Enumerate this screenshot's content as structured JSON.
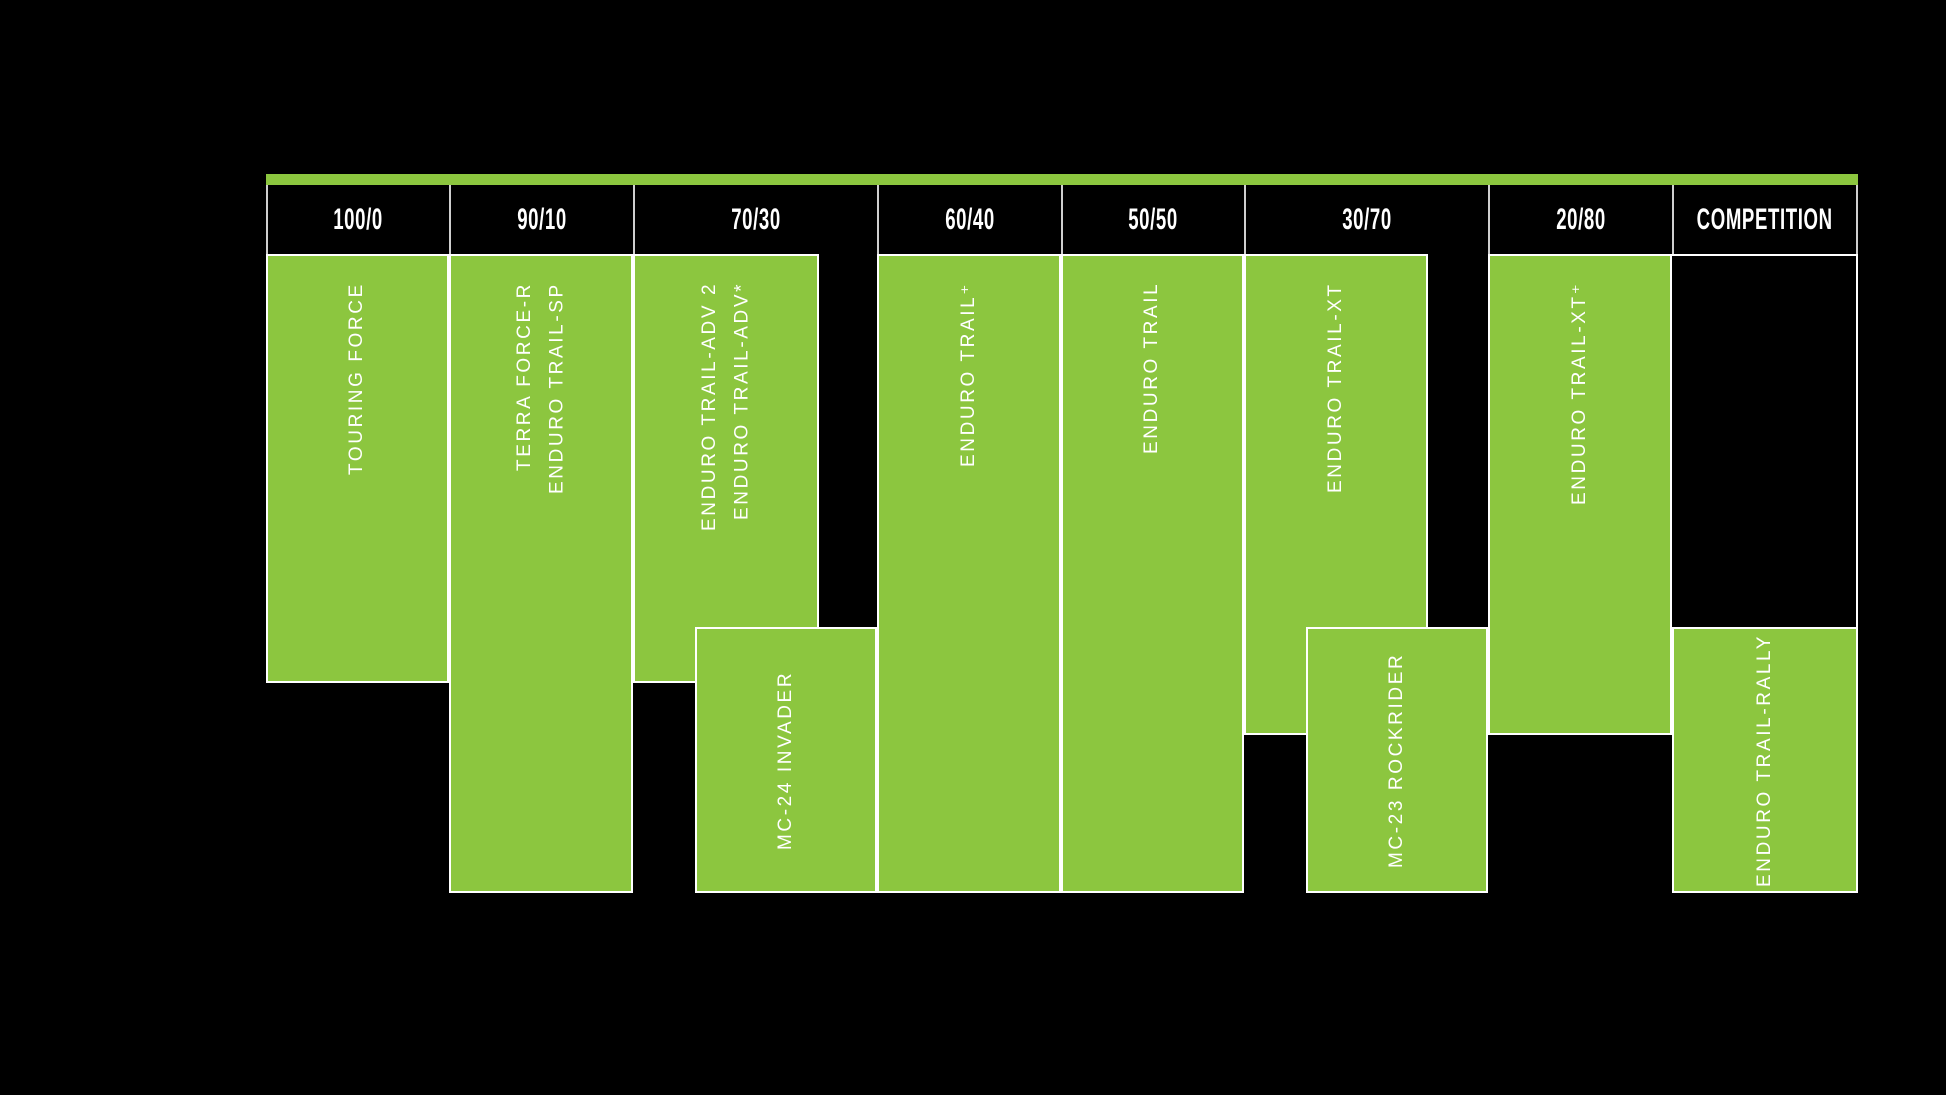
{
  "colors": {
    "background": "#000000",
    "green": "#8cc63f",
    "block_border": "#ffffff",
    "divider": "#cfcfcf",
    "header_text": "#ffffff",
    "label_text": "#ffffff"
  },
  "header": {
    "columns": [
      {
        "label": "100/0"
      },
      {
        "label": "90/10"
      },
      {
        "label": "70/30"
      },
      {
        "label": "60/40"
      },
      {
        "label": "50/50"
      },
      {
        "label": "30/70"
      },
      {
        "label": "20/80"
      },
      {
        "label": "COMPETITION"
      }
    ]
  },
  "blocks": [
    {
      "id": "touring-force",
      "label": "TOURING FORCE"
    },
    {
      "id": "terra-force-r-enduro-trail-sp",
      "label": "TERRA FORCE-R\nENDURO TRAIL-SP"
    },
    {
      "id": "enduro-trail-adv",
      "label": "ENDURO TRAIL-ADV 2\nENDURO TRAIL-ADV*"
    },
    {
      "id": "enduro-trail-plus",
      "label": "ENDURO TRAIL⁺"
    },
    {
      "id": "enduro-trail",
      "label": "ENDURO TRAIL"
    },
    {
      "id": "enduro-trail-xt",
      "label": "ENDURO TRAIL-XT"
    },
    {
      "id": "enduro-trail-xt-plus",
      "label": "ENDURO TRAIL-XT⁺"
    },
    {
      "id": "mc-24-invader",
      "label": "MC-24 INVADER"
    },
    {
      "id": "mc-23-rockrider",
      "label": "MC-23 ROCKRIDER"
    },
    {
      "id": "enduro-trail-rally",
      "label": "ENDURO TRAIL-RALLY"
    }
  ],
  "chart_data": {
    "type": "table",
    "title": "",
    "categories": [
      "100/0",
      "90/10",
      "70/30",
      "60/40",
      "50/50",
      "30/70",
      "20/80",
      "COMPETITION"
    ],
    "rows": [
      "main-range",
      "off-road-extension"
    ],
    "products": [
      {
        "name": "TOURING FORCE",
        "range_start": "100/0",
        "range_end": "100/0",
        "row": "main-range"
      },
      {
        "name": "TERRA FORCE-R / ENDURO TRAIL-SP",
        "range_start": "90/10",
        "range_end": "90/10",
        "row": "main-range"
      },
      {
        "name": "ENDURO TRAIL-ADV 2 / ENDURO TRAIL-ADV*",
        "range_start": "70/30",
        "range_end": "70/30",
        "row": "main-range"
      },
      {
        "name": "MC-24 INVADER",
        "range_start": "70/30",
        "range_end": "70/30",
        "row": "off-road-extension"
      },
      {
        "name": "ENDURO TRAIL⁺",
        "range_start": "60/40",
        "range_end": "60/40",
        "row": "main-range"
      },
      {
        "name": "ENDURO TRAIL",
        "range_start": "50/50",
        "range_end": "50/50",
        "row": "main-range"
      },
      {
        "name": "ENDURO TRAIL-XT",
        "range_start": "30/70",
        "range_end": "30/70",
        "row": "main-range"
      },
      {
        "name": "MC-23 ROCKRIDER",
        "range_start": "30/70",
        "range_end": "30/70",
        "row": "off-road-extension"
      },
      {
        "name": "ENDURO TRAIL-XT⁺",
        "range_start": "20/80",
        "range_end": "20/80",
        "row": "main-range"
      },
      {
        "name": "ENDURO TRAIL-RALLY",
        "range_start": "COMPETITION",
        "range_end": "COMPETITION",
        "row": "off-road-extension"
      }
    ],
    "layout_hints": {
      "orientation": "columns = on-road/off-road ratio",
      "labels": "vertical, read bottom-to-top",
      "grid": "off",
      "legend": "none"
    }
  }
}
